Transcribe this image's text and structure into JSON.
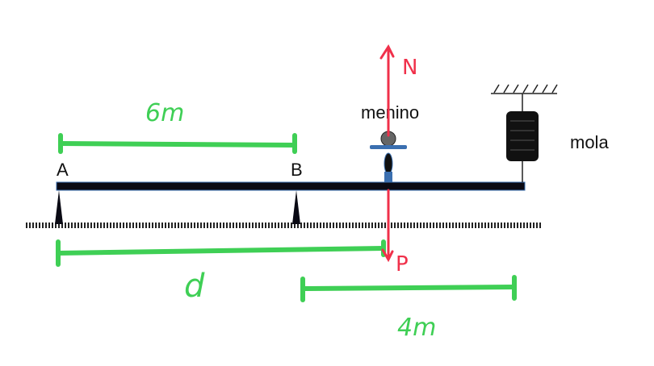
{
  "labels": {
    "point_a": "A",
    "point_b": "B",
    "boy": "menino",
    "spring": "mola"
  },
  "annotations": {
    "dist_ab": "6m",
    "dist_d": "d",
    "dist_spring": "4m",
    "force_normal": "N",
    "force_weight": "P"
  },
  "colors": {
    "annotation_green": "#3fcf55",
    "force_red": "#f0304a",
    "beam": "#0a0a14"
  }
}
